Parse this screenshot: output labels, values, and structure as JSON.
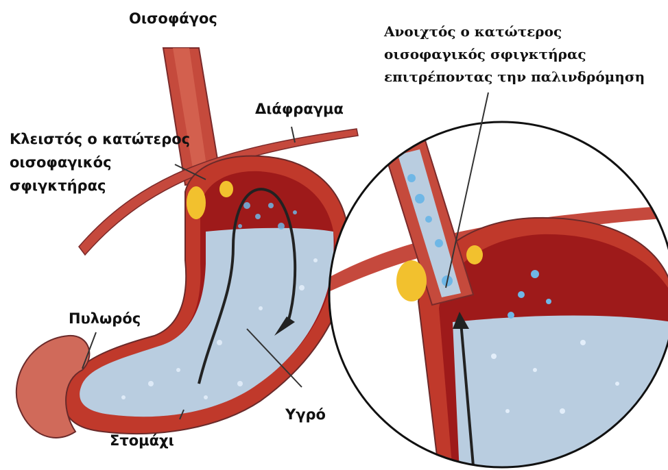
{
  "labels": {
    "oesophagus": "Οισοφάγος",
    "diaphragm": "Διάφραγμα",
    "closed_sphincter": [
      "Κλειστός ο κατώτερος",
      "οισοφαγικός",
      "σφιγκτήρας"
    ],
    "open_sphincter": [
      "Ανοιχτός ο κατώτερος",
      "οισοφαγικός σφιγκτήρας",
      "επιτρέποντας την παλινδρόμηση"
    ],
    "pylorus": "Πυλωρός",
    "fluid": "Υγρό",
    "stomach": "Στομάχι"
  },
  "colors": {
    "muscle": "#c0392b",
    "inner_red": "#9e1a1a",
    "fluid": "#b9cde0",
    "bubble": "#6fb7e6",
    "fat": "#f2c12e",
    "outline": "#6a3a3a"
  }
}
